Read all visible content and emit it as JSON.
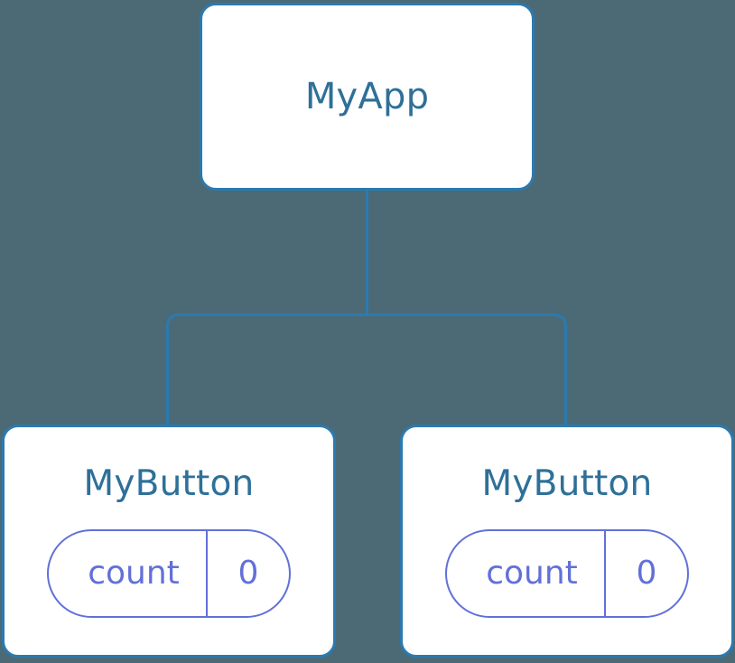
{
  "diagram": {
    "type": "component-tree",
    "background_color": "#4b6a76",
    "node_border_color": "#2b7ab0",
    "node_title_color": "#2e7099",
    "state_accent_color": "#6270d8",
    "connector_color": "#2b7ab0",
    "root": {
      "title": "MyApp"
    },
    "children": [
      {
        "title": "MyButton",
        "state": {
          "key": "count",
          "value": "0"
        }
      },
      {
        "title": "MyButton",
        "state": {
          "key": "count",
          "value": "0"
        }
      }
    ]
  }
}
